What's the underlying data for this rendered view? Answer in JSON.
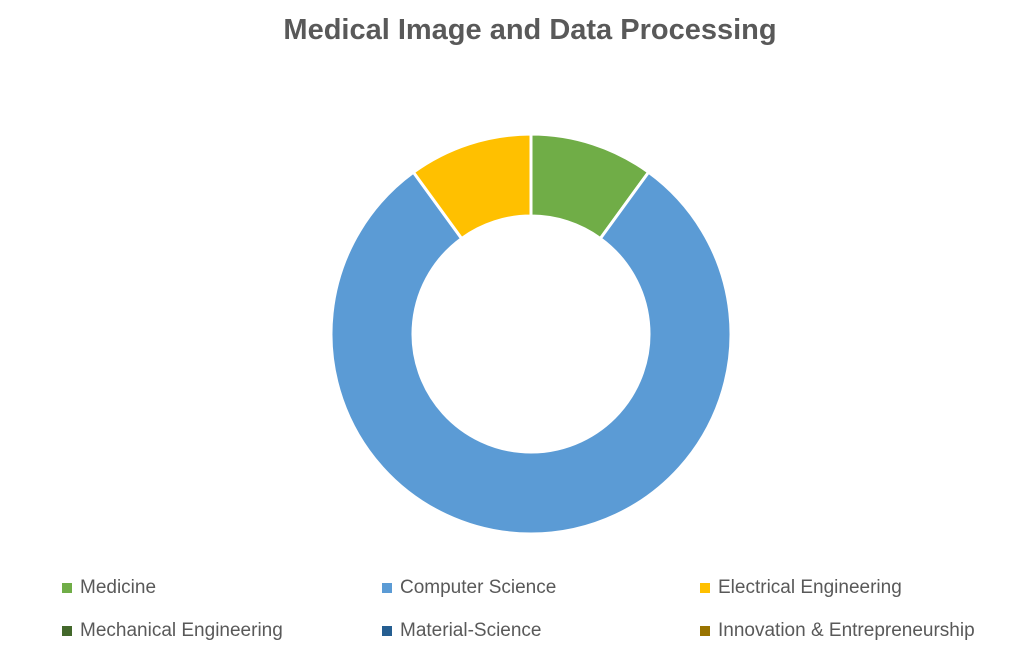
{
  "chart_data": {
    "type": "pie",
    "variant": "doughnut",
    "title": "Medical Image and Data Processing",
    "categories": [
      "Medicine",
      "Computer Science",
      "Electrical Engineering",
      "Mechanical Engineering",
      "Material-Science",
      "Innovation & Entrepreneurship"
    ],
    "values": [
      1,
      8,
      1,
      0,
      0,
      0
    ],
    "colors": [
      "#70AD47",
      "#5B9BD5",
      "#FFC000",
      "#43682B",
      "#255E91",
      "#997300"
    ],
    "legend_position": "bottom"
  }
}
